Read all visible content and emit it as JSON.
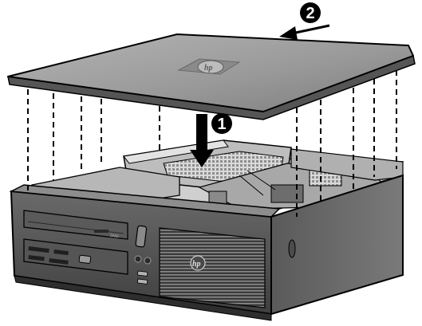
{
  "figure": {
    "callouts": [
      {
        "id": "step-1",
        "number": "1"
      },
      {
        "id": "step-2",
        "number": "2"
      }
    ],
    "logos": {
      "cover": "hp",
      "front_bezel": "hp"
    },
    "bay_label": "DVD",
    "colors": {
      "outline": "#000000",
      "cover_top": "#9a9a9a",
      "cover_edge": "#5a5a5a",
      "chassis": "#6e6e6e",
      "front_panel": "#4a4a4a",
      "interior": "#c8c8c8",
      "background": "#ffffff"
    }
  }
}
